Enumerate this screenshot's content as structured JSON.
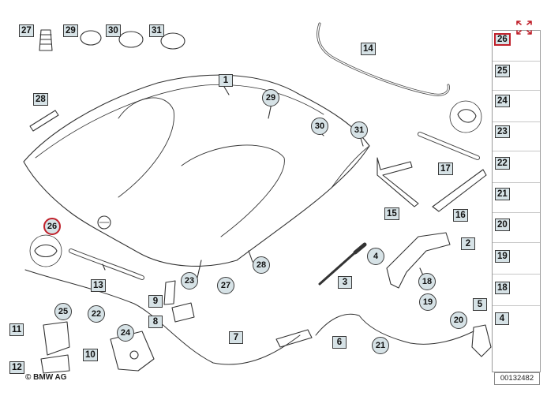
{
  "diagram_id": "00132482",
  "copyright": "© BMW AG",
  "accent_color": "#c0202a",
  "badge_color": "#d6e2e6",
  "callouts": {
    "b27top": "27",
    "b29top": "29",
    "b30top": "30",
    "b31top": "31",
    "b1": "1",
    "b14": "14",
    "b28": "28",
    "b15": "15",
    "b16": "16",
    "b17": "17",
    "b2": "2",
    "b3": "3",
    "b13": "13",
    "b9": "9",
    "b8": "8",
    "b11": "11",
    "b10": "10",
    "b12": "12",
    "b7": "7",
    "b6": "6",
    "b5": "5",
    "c29": "29",
    "c30": "30",
    "c31": "31",
    "c26": "26",
    "c28": "28",
    "c27": "27",
    "c4": "4",
    "c18": "18",
    "c19": "19",
    "c23": "23",
    "c22": "22",
    "c25": "25",
    "c24": "24",
    "c21": "21",
    "c20": "20"
  },
  "side_panel": {
    "items": [
      "26",
      "25",
      "24",
      "23",
      "22",
      "21",
      "20",
      "19",
      "18",
      "4"
    ]
  }
}
